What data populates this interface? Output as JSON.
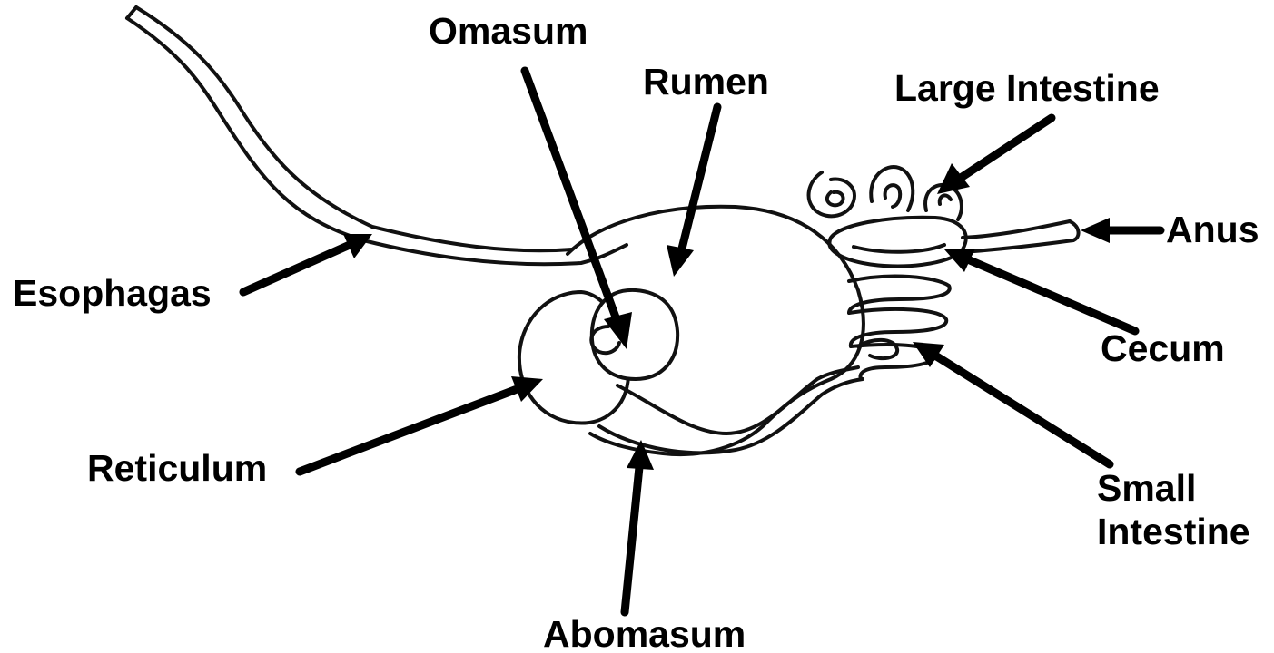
{
  "diagram": {
    "labels": {
      "omasum": "Omasum",
      "rumen": "Rumen",
      "large_intestine": "Large Intestine",
      "anus": "Anus",
      "esophagus": "Esophagas",
      "cecum": "Cecum",
      "reticulum": "Reticulum",
      "small_intestine_line1": "Small",
      "small_intestine_line2": "Intestine",
      "abomasum": "Abomasum"
    },
    "colors": {
      "stroke": "#111111",
      "arrow": "#000000",
      "background": "#ffffff"
    }
  }
}
